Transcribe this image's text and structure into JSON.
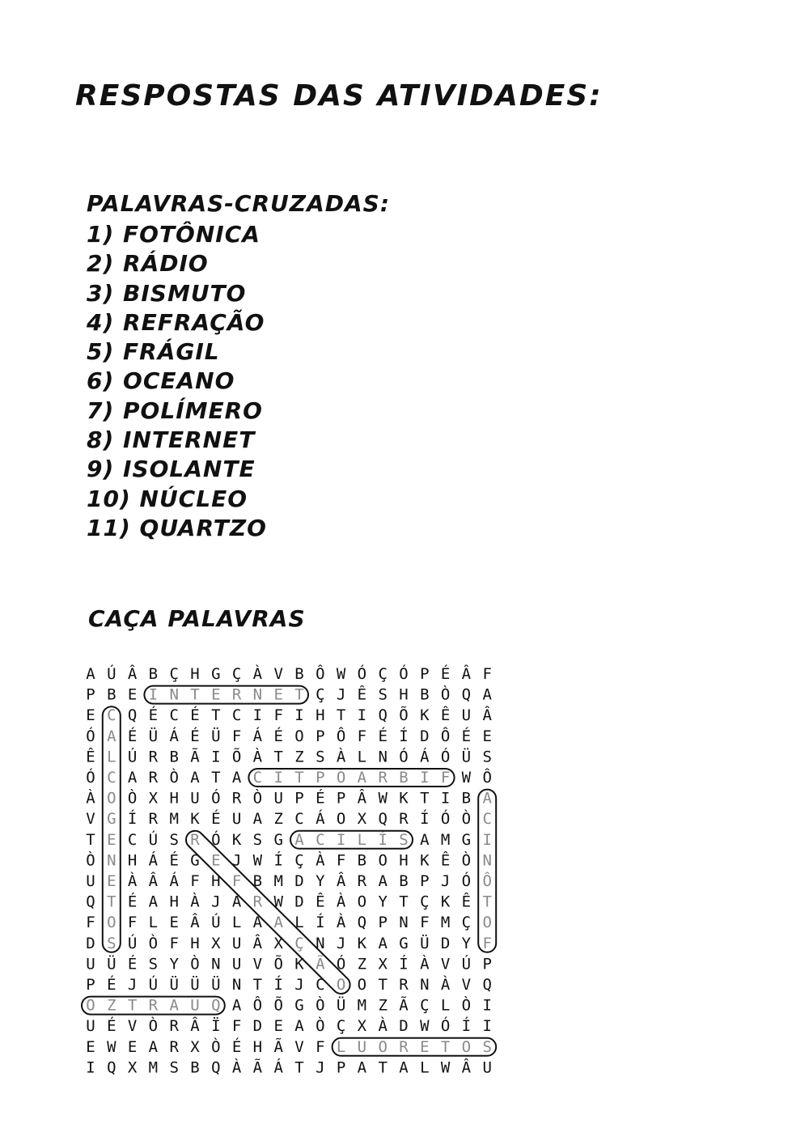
{
  "title": "Respostas das atividades:",
  "crossword": {
    "heading": "Palavras-cruzadas:",
    "answers": [
      "1) Fotônica",
      "2) Rádio",
      "3) Bismuto",
      "4) Refração",
      "5) Frágil",
      "6) Oceano",
      "7) Polímero",
      "8) Internet",
      "9) Isolante",
      "10) Núcleo",
      "11) Quartzo"
    ]
  },
  "wordsearch": {
    "heading": "Caça palavras",
    "grid": [
      "AÚÂBÇHGÇÀVBÔWÓÇÓPÉÂF",
      "PBEINTERNETÇJÊSHBÒQA",
      "ECQÉCÉTCIFIHTIQÕKÊUÂ",
      "ÓAÉÜÁÉÜFÁÉOPÔFÉÍDÔÉE",
      "ÊLÚRBÃIÕÀTZSÀLNÓÁÓÜS",
      "ÓCARÒATACITPÓARBIFWÔ",
      "ÀOÒXHUÓRÒUPÉPÂWKTIBA",
      "VGÍRMKÉUAZCÁOXQRÍÓÒC",
      "TECÚSRÓKSGACILÍSAMGI",
      "ÒNHÁÉGEJWÍÇÀFBOHKÊÒN",
      "UEÀÂÁFHFBMDYÂRABPJÓÔ",
      "QTÉAHÀJARWDÊÀOYTÇKÊT",
      "FOFLEÂÚLAALÍÀQPNFMÇO",
      "DSÚÒFHXUÂXÇNJKAGÜDYF",
      "UÜÉSYÒNUVÕKÃÓZXÍÀVÚP",
      "PÉJÚÜÜÜNTÍJCOOTRNÀVQ",
      "OZTRAUQAÔÕGÒÜMZÃÇLÒI",
      "UÉVÒRÂÏFDEAÒÇXÀDWÓÍI",
      "EWEARXÒÉHÃVFLUORETOS",
      "IQXMSBQÀÃÁTJPATALWÂU"
    ],
    "highlighted_words": [
      "INTERNET",
      "CALCOGÊNIOS",
      "FIBRA ÓPTICA",
      "SÍLICA",
      "FOTÔNICA",
      "REFRAÇÃO",
      "QUARTZO",
      "FLUORETOS"
    ],
    "found_letter_color": "#8a8a8a",
    "letter_color": "#111111",
    "outline_color": "#111111"
  }
}
